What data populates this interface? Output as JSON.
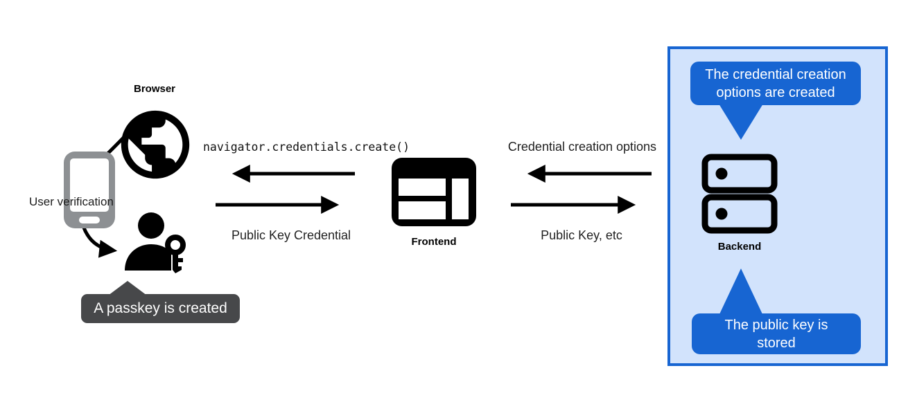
{
  "browser": {
    "label": "Browser",
    "user_verification": "User verification",
    "passkey_callout": "A passkey is created"
  },
  "frontend": {
    "label": "Frontend",
    "to_browser_call": "navigator.credentials.create()",
    "from_browser_response": "Public Key Credential"
  },
  "backend": {
    "label": "Backend",
    "options_callout": "The credential creation options are created",
    "stored_callout": "The public key is stored",
    "to_frontend_message": "Credential creation options",
    "from_frontend_message": "Public Key, etc"
  },
  "colors": {
    "accent_blue": "#1765d2",
    "panel_fill": "#d2e3fc",
    "dark_callout": "#47484a",
    "phone_gray": "#8d9093"
  }
}
